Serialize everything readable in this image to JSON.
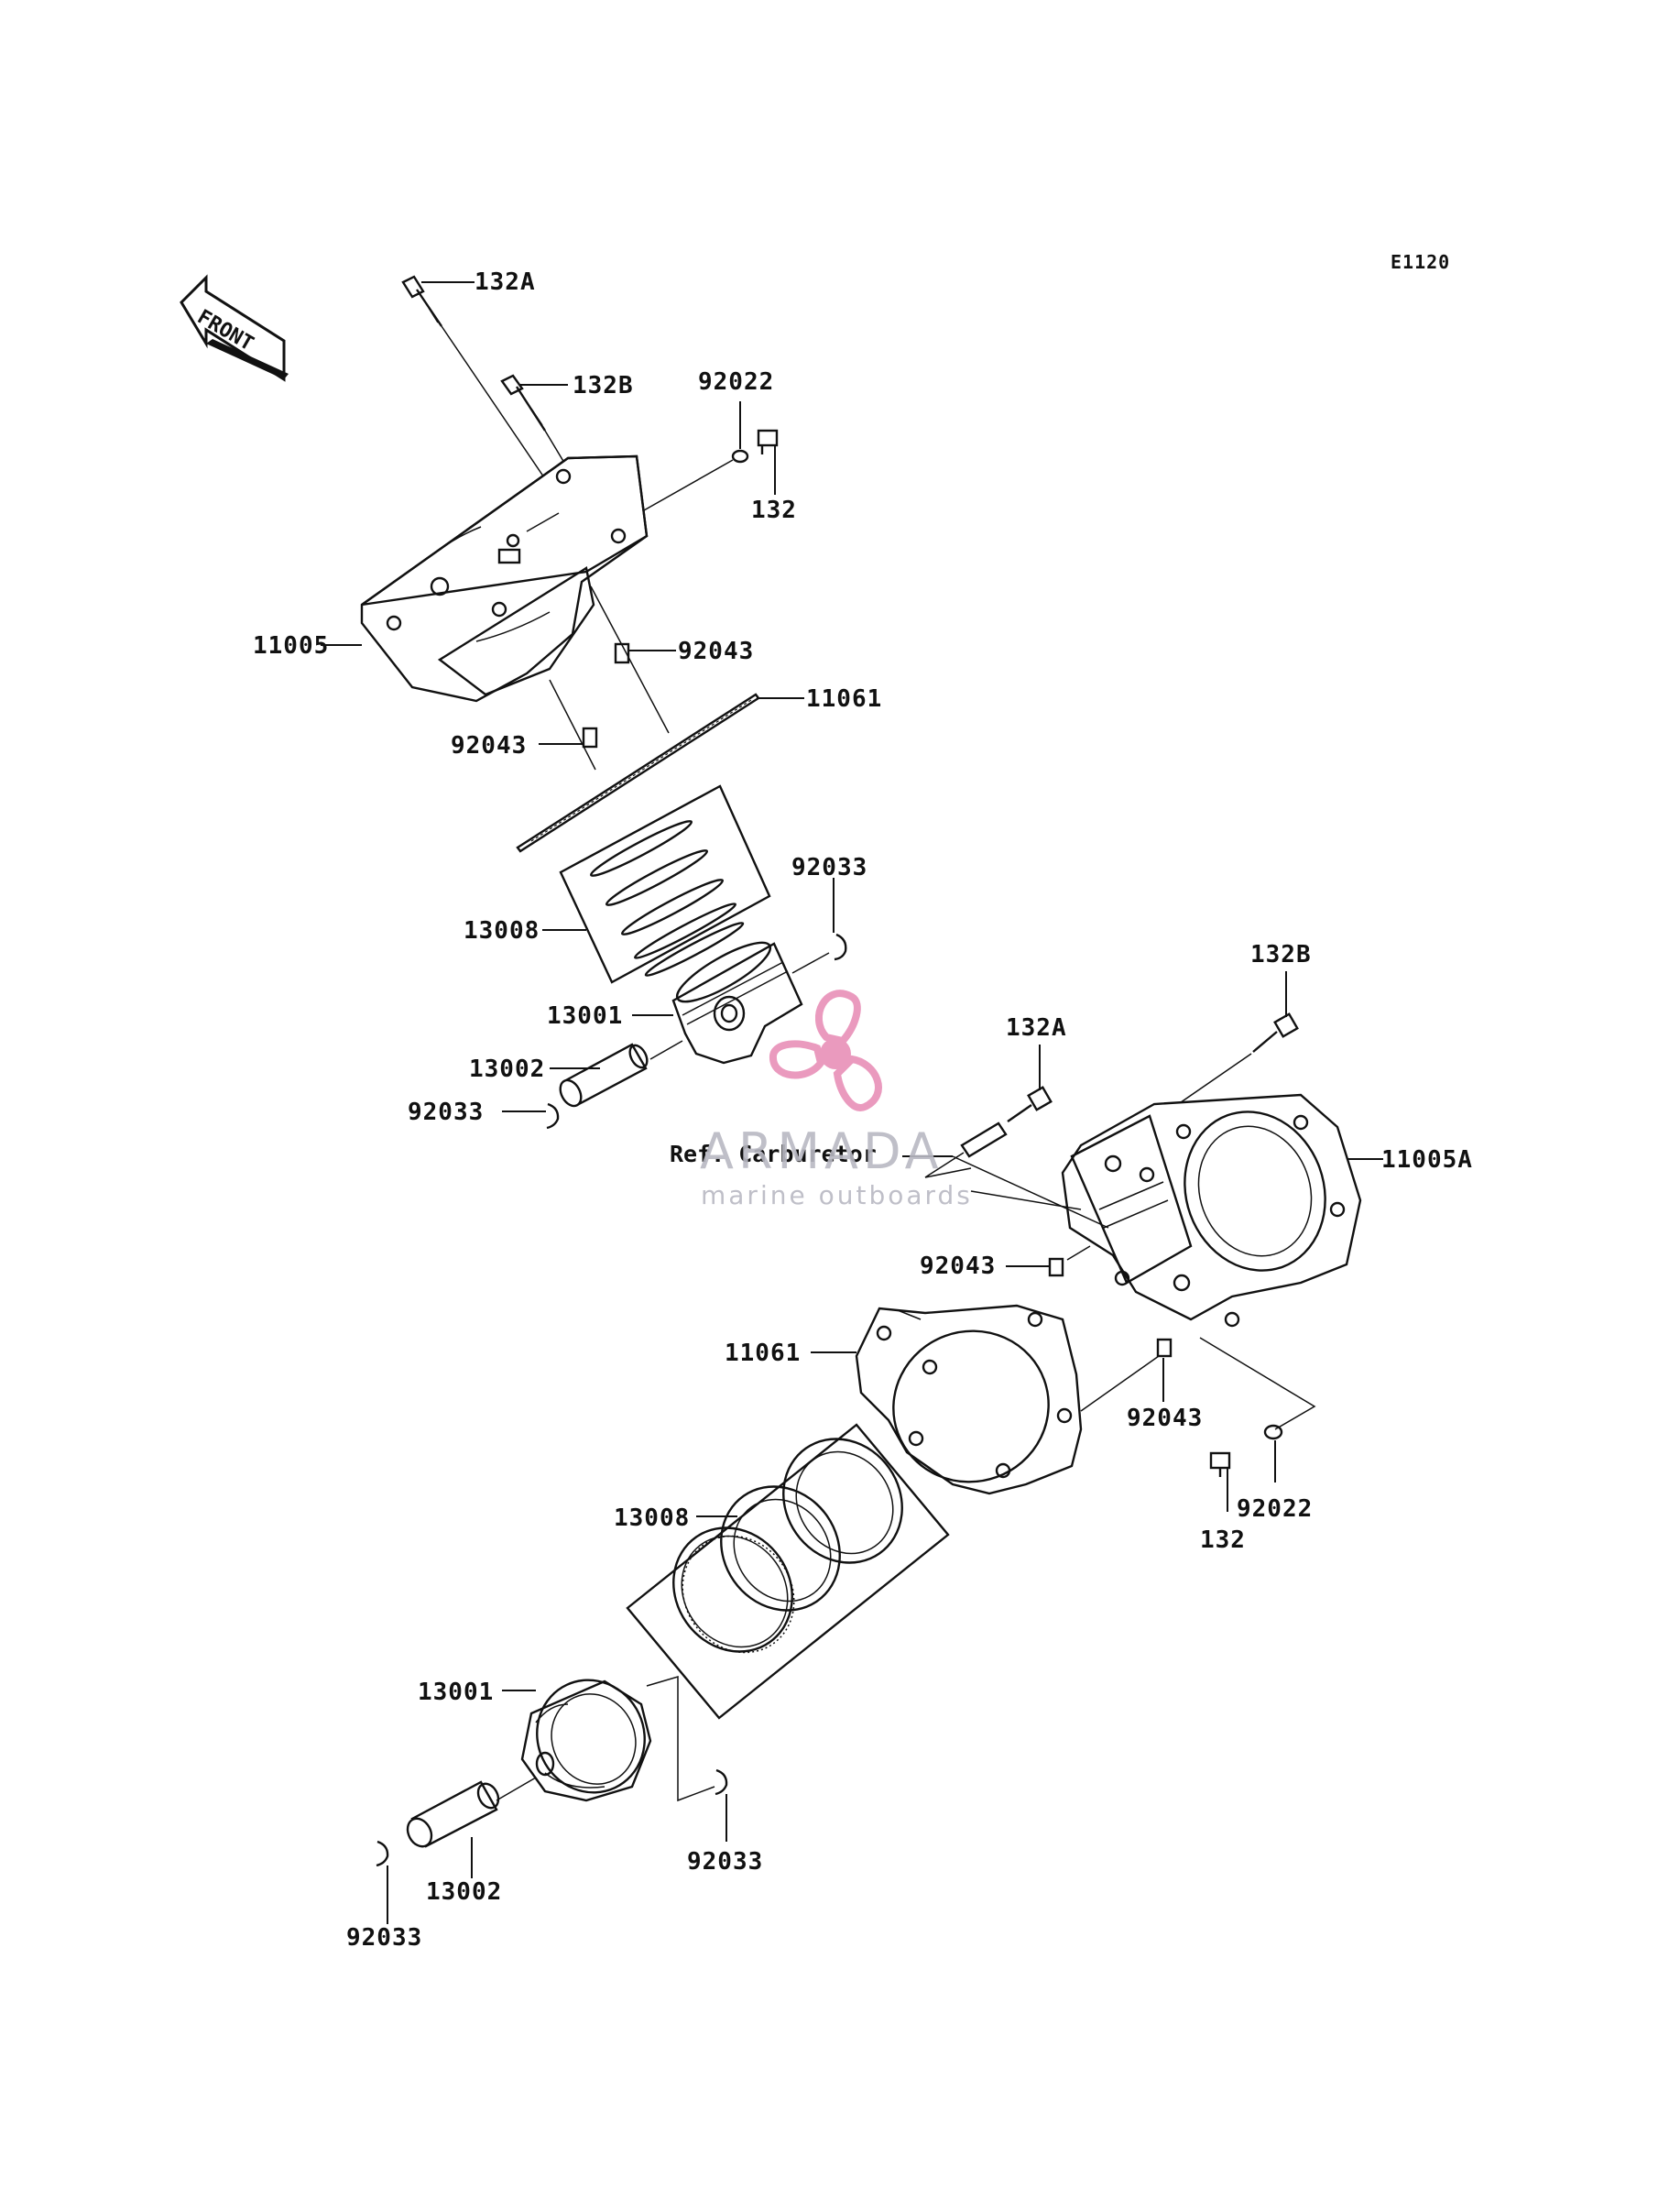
{
  "diagram": {
    "code": "E1120",
    "direction_label": "FRONT",
    "reference_note": "Ref. Carburetor",
    "labels": {
      "top_bolt_long": "132A",
      "top_bolt_short": "132B",
      "top_washer": "92022",
      "top_small_bolt": "132",
      "top_head": "11005",
      "top_dowel_right": "92043",
      "top_gasket": "11061",
      "top_dowel_left": "92043",
      "top_clip_right": "92033",
      "top_rings": "13008",
      "top_piston": "13001",
      "top_pin": "13002",
      "top_clip_left": "92033",
      "right_bolt_short": "132B",
      "right_bolt_long": "132A",
      "right_head": "11005A",
      "right_dowel_left": "92043",
      "right_gasket": "11061",
      "right_dowel_right": "92043",
      "right_washer": "92022",
      "right_small_bolt": "132",
      "lower_rings": "13008",
      "lower_piston": "13001",
      "lower_clip_right": "92033",
      "lower_pin": "13002",
      "lower_clip_left": "92033"
    }
  },
  "watermark": {
    "brand": "ARMADA",
    "tagline": "marine outboards",
    "logo_color": "#e890b8"
  }
}
